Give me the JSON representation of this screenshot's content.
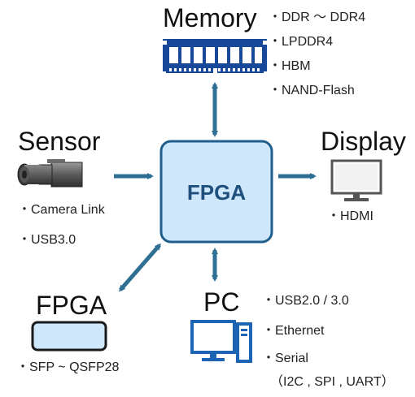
{
  "center": {
    "label": "FPGA"
  },
  "memory": {
    "title": "Memory",
    "items": [
      "・DDR ～ DDR4",
      "・LPDDR4",
      "・HBM",
      "・NAND-Flash"
    ],
    "icon": "memory-module-icon"
  },
  "sensor": {
    "title": "Sensor",
    "items": [
      "・Camera Link",
      "・USB3.0"
    ],
    "icon": "camera-icon"
  },
  "display": {
    "title": "Display",
    "items": [
      "・HDMI"
    ],
    "icon": "monitor-icon"
  },
  "fpga_peer": {
    "title": "FPGA",
    "items": [
      "・SFP ~ QSFP28"
    ],
    "icon": "fpga-board-icon"
  },
  "pc": {
    "title": "PC",
    "items": [
      "・USB2.0 / 3.0",
      "・Ethernet",
      "・Serial",
      "（I2C , SPI , UART）"
    ],
    "icon": "computer-icon"
  },
  "colors": {
    "arrow": "#2e6f93",
    "box_fill": "#cfe7fb",
    "box_stroke": "#1f5f8c",
    "icon_blue": "#1e64b4",
    "memory_blue": "#17489a"
  }
}
